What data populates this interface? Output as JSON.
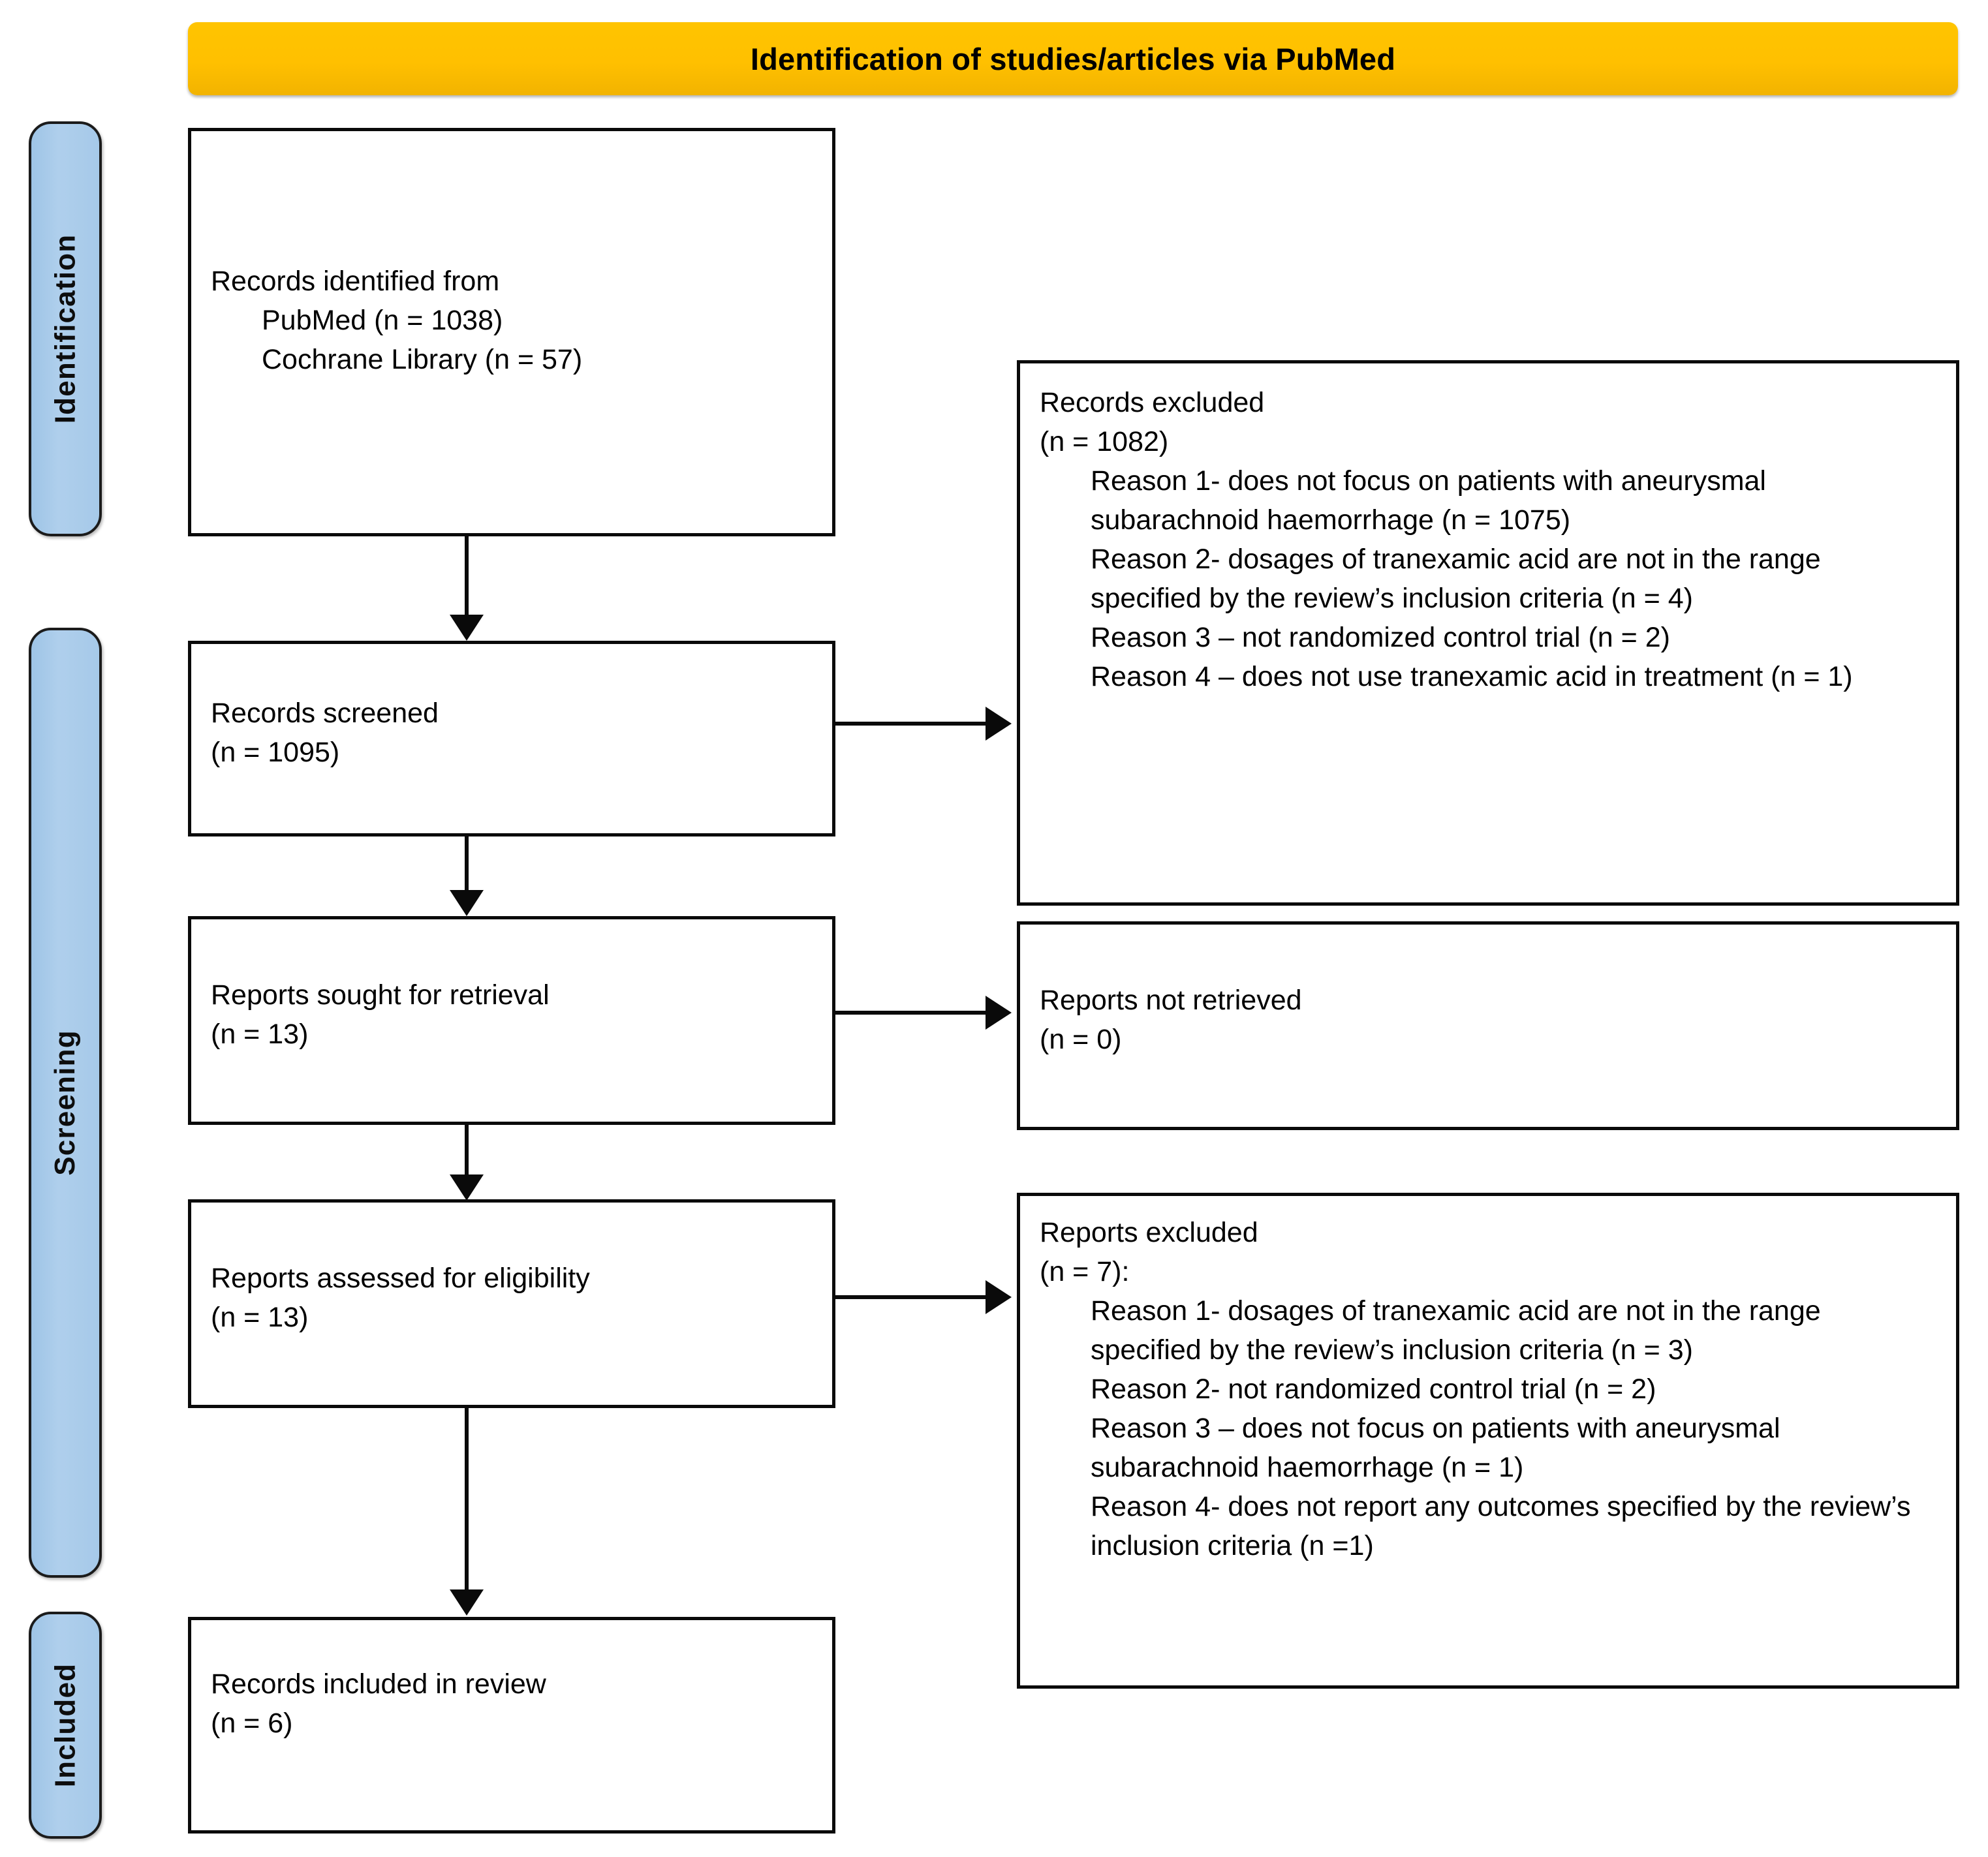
{
  "header": {
    "title": "Identification of studies/articles via PubMed",
    "background_color": "#FFC000",
    "text_color": "#000000"
  },
  "stage_labels": {
    "identification": "Identification",
    "screening": "Screening",
    "included": "Included",
    "background_color": "#A8CBE8"
  },
  "flow": {
    "identified": {
      "line1": "Records identified from",
      "line2": "PubMed (n = 1038)",
      "line3": "Cochrane Library (n = 57)"
    },
    "screened": {
      "line1": "Records screened",
      "line2": "(n = 1095)"
    },
    "sought": {
      "line1": "Reports sought for retrieval",
      "line2": "(n = 13)"
    },
    "assessed": {
      "line1": "Reports assessed for eligibility",
      "line2": "(n = 13)"
    },
    "included": {
      "line1": "Records included in review",
      "line2": "(n = 6)"
    }
  },
  "exclusions": {
    "records_excluded": {
      "title": "Records excluded",
      "count": "(n = 1082)",
      "reasons": [
        "Reason 1- does not focus on patients with aneurysmal subarachnoid haemorrhage (n = 1075)",
        "Reason 2- dosages of tranexamic acid are not in the range specified by the review’s inclusion criteria (n = 4)",
        "Reason 3 – not randomized control trial (n = 2)",
        "Reason 4 – does not use tranexamic acid in treatment (n = 1)"
      ]
    },
    "reports_not_retrieved": {
      "title": "Reports not retrieved",
      "count": "(n = 0)"
    },
    "reports_excluded": {
      "title": "Reports excluded",
      "count": "(n = 7):",
      "reasons": [
        "Reason 1- dosages of tranexamic acid are not in the range specified by the review’s inclusion criteria (n = 3)",
        "Reason 2- not randomized control trial (n = 2)",
        "Reason 3 – does not focus on patients with aneurysmal subarachnoid haemorrhage (n = 1)",
        "Reason 4- does not report any outcomes specified by the review’s inclusion criteria (n =1)"
      ]
    }
  }
}
